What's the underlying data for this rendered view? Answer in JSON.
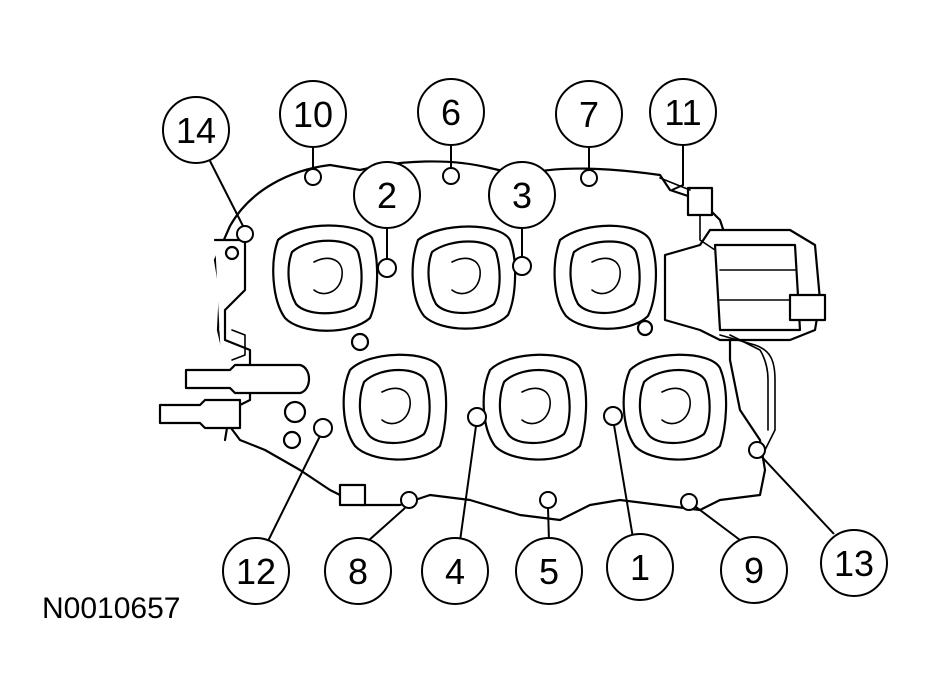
{
  "figure_id": "N0010657",
  "callouts": [
    "14",
    "10",
    "6",
    "7",
    "11",
    "2",
    "3",
    "12",
    "8",
    "4",
    "5",
    "1",
    "9",
    "13"
  ]
}
